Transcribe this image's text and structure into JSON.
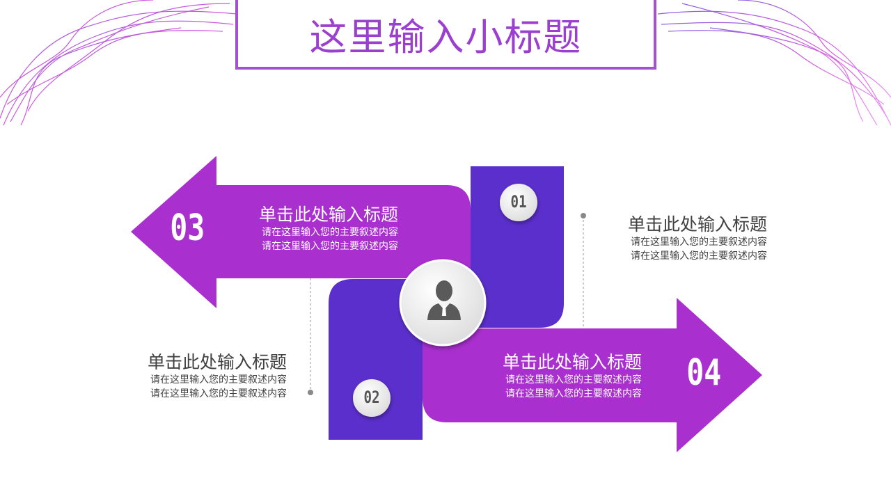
{
  "title": "这里输入小标题",
  "colors": {
    "magenta": "#a92fce",
    "indigo": "#5b2fcc",
    "title": "#9b3fd0"
  },
  "center_icon": "person-icon",
  "steps": [
    {
      "number": "01",
      "heading": "单击此处输入标题",
      "lines": [
        "请在这里输入您的主要叙述内容",
        "请在这里输入您的主要叙述内容"
      ]
    },
    {
      "number": "02",
      "heading": "单击此处输入标题",
      "lines": [
        "请在这里输入您的主要叙述内容",
        "请在这里输入您的主要叙述内容"
      ]
    },
    {
      "number": "03",
      "heading": "单击此处输入标题",
      "lines": [
        "请在这里输入您的主要叙述内容",
        "请在这里输入您的主要叙述内容"
      ]
    },
    {
      "number": "04",
      "heading": "单击此处输入标题",
      "lines": [
        "请在这里输入您的主要叙述内容",
        "请在这里输入您的主要叙述内容"
      ]
    }
  ]
}
